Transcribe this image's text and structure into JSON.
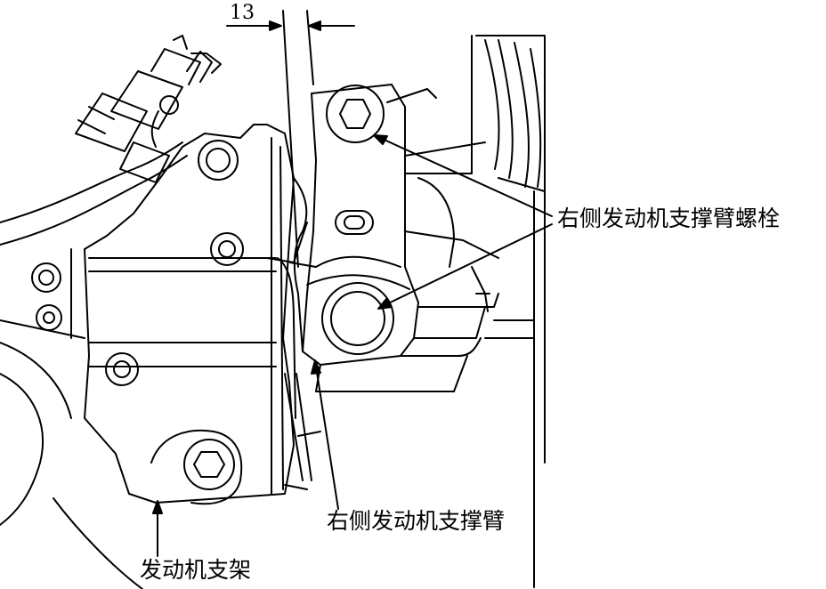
{
  "diagram": {
    "dimension_label": "13",
    "labels": {
      "bolts": "右侧发动机支撑臂螺栓",
      "arm": "右侧发动机支撑臂",
      "bracket": "发动机支架"
    }
  },
  "colors": {
    "ink": "#000000",
    "paper": "#ffffff"
  }
}
